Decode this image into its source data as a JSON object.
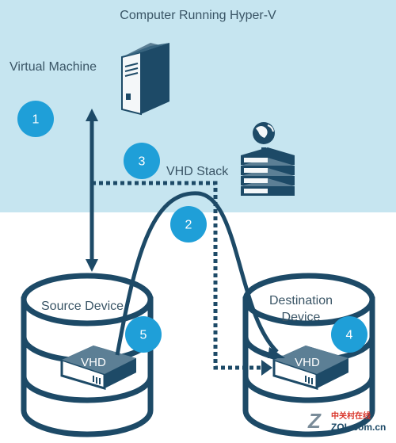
{
  "diagram": {
    "title": "Computer Running Hyper-V",
    "virtual_machine_label": "Virtual Machine",
    "vhd_stack_label": "VHD Stack",
    "source_device_label": "Source Device",
    "destination_device_label_line1": "Destination",
    "destination_device_label_line2": "Device",
    "vhd_label": "VHD",
    "step_numbers": [
      "1",
      "2",
      "3",
      "4",
      "5"
    ]
  },
  "watermark": {
    "cn_text": "中关村在线",
    "site_text": "ZOL.com.cn",
    "letter": "Z"
  },
  "colors": {
    "sky": "#c6e5f0",
    "navy": "#1d4a67",
    "circle": "#1f9fd8"
  },
  "icons": [
    "server-tower-icon",
    "globe-server-stack-icon",
    "vhd-drive-icon",
    "disk-cylinder-icon"
  ]
}
